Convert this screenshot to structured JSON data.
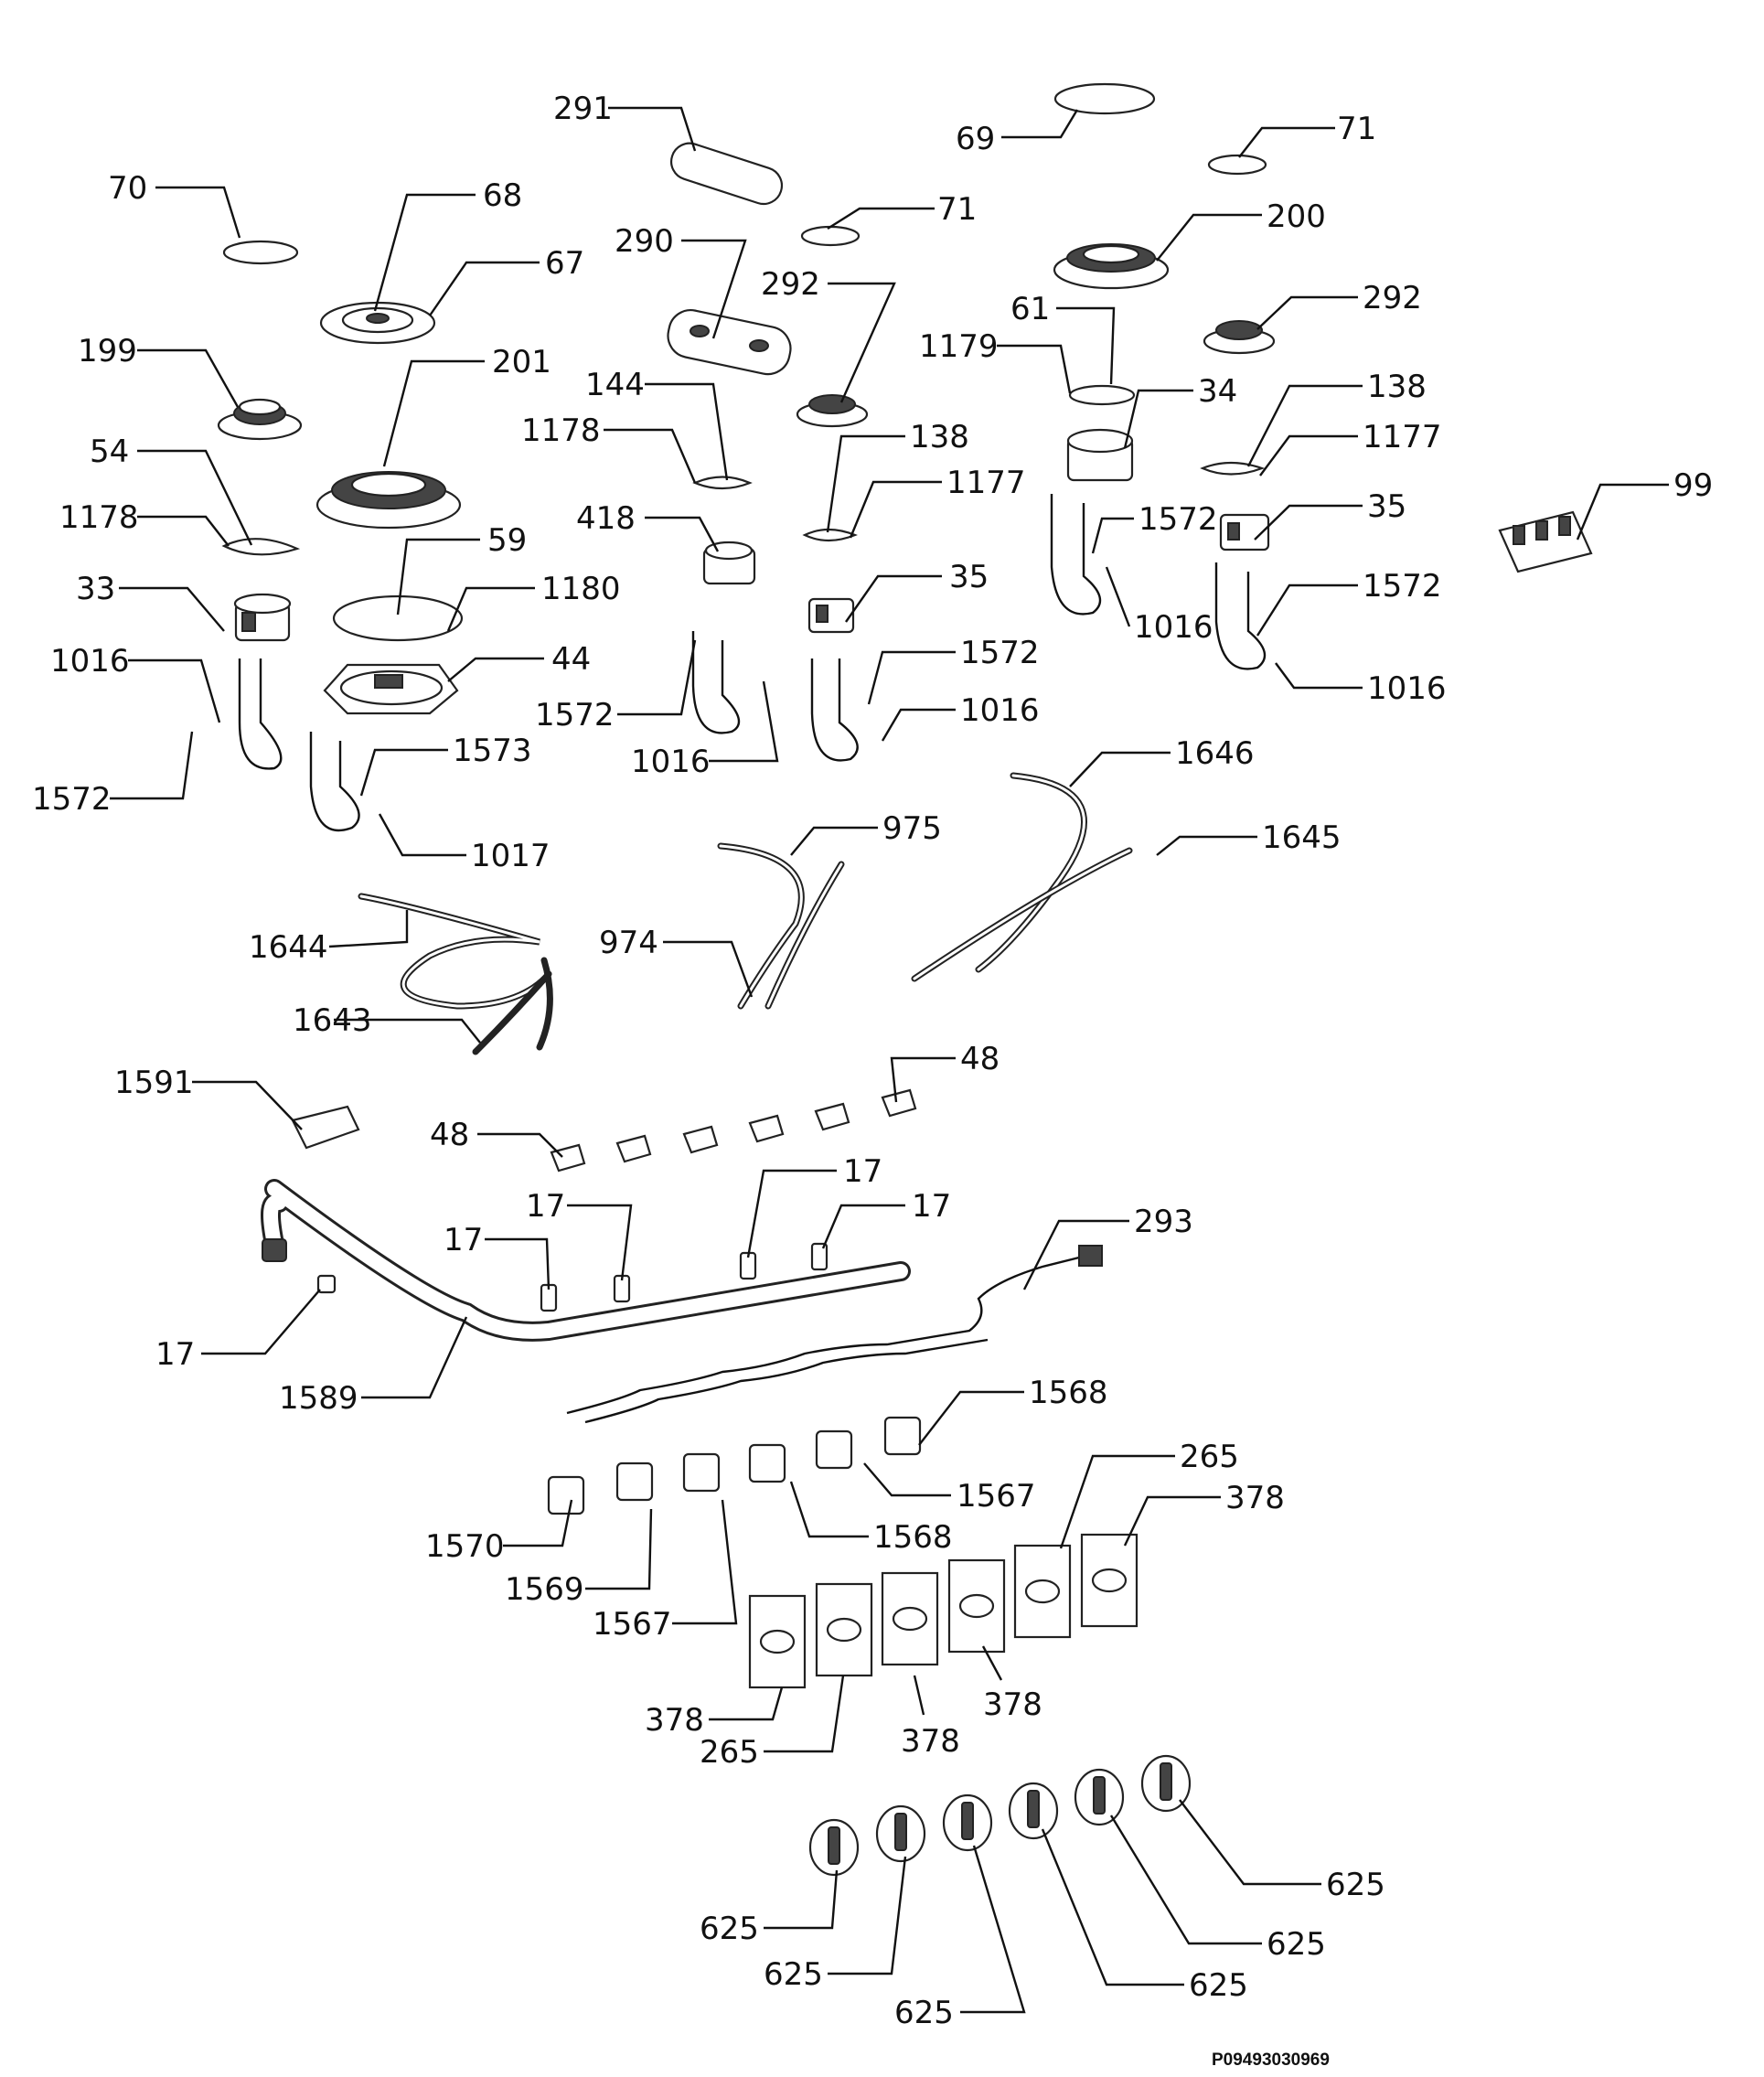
{
  "diagram": {
    "drawing_code": "P09493030969",
    "callouts": [
      {
        "id": "c291",
        "label": "291"
      },
      {
        "id": "c69",
        "label": "69"
      },
      {
        "id": "c71a",
        "label": "71"
      },
      {
        "id": "c70",
        "label": "70"
      },
      {
        "id": "c68",
        "label": "68"
      },
      {
        "id": "c71b",
        "label": "71"
      },
      {
        "id": "c200",
        "label": "200"
      },
      {
        "id": "c67",
        "label": "67"
      },
      {
        "id": "c290",
        "label": "290"
      },
      {
        "id": "c292a",
        "label": "292"
      },
      {
        "id": "c292b",
        "label": "292"
      },
      {
        "id": "c199",
        "label": "199"
      },
      {
        "id": "c201",
        "label": "201"
      },
      {
        "id": "c61",
        "label": "61"
      },
      {
        "id": "c1179",
        "label": "1179"
      },
      {
        "id": "c144",
        "label": "144"
      },
      {
        "id": "c34",
        "label": "34"
      },
      {
        "id": "c138a",
        "label": "138"
      },
      {
        "id": "c1177a",
        "label": "1177"
      },
      {
        "id": "c1178a",
        "label": "1178"
      },
      {
        "id": "c54",
        "label": "54"
      },
      {
        "id": "c138b",
        "label": "138"
      },
      {
        "id": "c1177b",
        "label": "1177"
      },
      {
        "id": "c99",
        "label": "99"
      },
      {
        "id": "c1178b",
        "label": "1178"
      },
      {
        "id": "c418",
        "label": "418"
      },
      {
        "id": "c1572a",
        "label": "1572"
      },
      {
        "id": "c35a",
        "label": "35"
      },
      {
        "id": "c59",
        "label": "59"
      },
      {
        "id": "c1180",
        "label": "1180"
      },
      {
        "id": "c33",
        "label": "33"
      },
      {
        "id": "c35b",
        "label": "35"
      },
      {
        "id": "c1572b",
        "label": "1572"
      },
      {
        "id": "c1016a",
        "label": "1016"
      },
      {
        "id": "c44",
        "label": "44"
      },
      {
        "id": "c1016b",
        "label": "1016"
      },
      {
        "id": "c1572c",
        "label": "1572"
      },
      {
        "id": "c1016c",
        "label": "1016"
      },
      {
        "id": "c1572d",
        "label": "1572"
      },
      {
        "id": "c1016d",
        "label": "1016"
      },
      {
        "id": "c1016e",
        "label": "1016"
      },
      {
        "id": "c1573",
        "label": "1573"
      },
      {
        "id": "c1646",
        "label": "1646"
      },
      {
        "id": "c1572e",
        "label": "1572"
      },
      {
        "id": "c1017",
        "label": "1017"
      },
      {
        "id": "c975",
        "label": "975"
      },
      {
        "id": "c1645",
        "label": "1645"
      },
      {
        "id": "c1644",
        "label": "1644"
      },
      {
        "id": "c974",
        "label": "974"
      },
      {
        "id": "c1643",
        "label": "1643"
      },
      {
        "id": "c48a",
        "label": "48"
      },
      {
        "id": "c1591",
        "label": "1591"
      },
      {
        "id": "c48b",
        "label": "48"
      },
      {
        "id": "c17a",
        "label": "17"
      },
      {
        "id": "c17b",
        "label": "17"
      },
      {
        "id": "c17c",
        "label": "17"
      },
      {
        "id": "c17d",
        "label": "17"
      },
      {
        "id": "c293",
        "label": "293"
      },
      {
        "id": "c17e",
        "label": "17"
      },
      {
        "id": "c1589",
        "label": "1589"
      },
      {
        "id": "c1568a",
        "label": "1568"
      },
      {
        "id": "c265a",
        "label": "265"
      },
      {
        "id": "c1567a",
        "label": "1567"
      },
      {
        "id": "c378a",
        "label": "378"
      },
      {
        "id": "c1568b",
        "label": "1568"
      },
      {
        "id": "c1570",
        "label": "1570"
      },
      {
        "id": "c1569",
        "label": "1569"
      },
      {
        "id": "c1567b",
        "label": "1567"
      },
      {
        "id": "c378b",
        "label": "378"
      },
      {
        "id": "c378c",
        "label": "378"
      },
      {
        "id": "c265b",
        "label": "265"
      },
      {
        "id": "c378d",
        "label": "378"
      },
      {
        "id": "c625a",
        "label": "625"
      },
      {
        "id": "c625b",
        "label": "625"
      },
      {
        "id": "c625c",
        "label": "625"
      },
      {
        "id": "c625d",
        "label": "625"
      },
      {
        "id": "c625e",
        "label": "625"
      },
      {
        "id": "c625f",
        "label": "625"
      }
    ]
  }
}
